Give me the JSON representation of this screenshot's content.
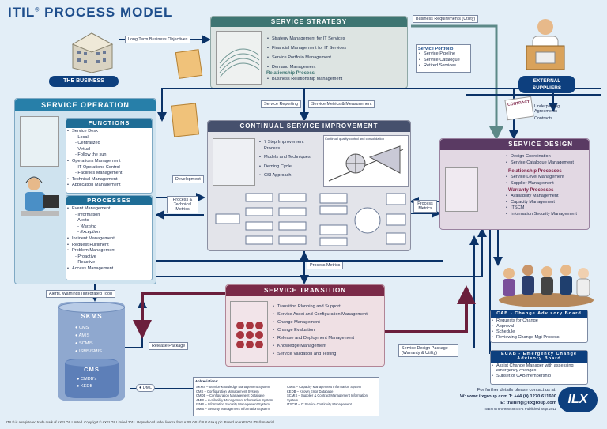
{
  "title": "ITIL",
  "title_mark": "®",
  "title_rest": " PROCESS MODEL",
  "colors": {
    "strategy": "#3e7572",
    "operation": "#277fa9",
    "csi": "#46506d",
    "design": "#5a3a63",
    "transition": "#7a2a48",
    "navy": "#0d3f7e",
    "arrow": "#0a3267"
  },
  "the_business": "THE BUSINESS",
  "external_suppliers": "EXTERNAL SUPPLIERS",
  "flows": {
    "long_term": "Long Term Business Objectives",
    "business_requirements": "Business Requirements (Utility)",
    "service_reporting": "Service Reporting",
    "service_metrics": "Service Metrics & Measurement",
    "development": "Development",
    "process_technical_metrics": "Process & Technical Metrics",
    "process_metrics_right": "Process Metrics",
    "process_metrics_mid": "Process Metrics",
    "alerts": "Alerts, Warnings (Integrated Tool)",
    "release_package": "Release Package",
    "service_design_package": "Service Design Package (Warranty & Utility)",
    "dml": "DML"
  },
  "strategy": {
    "header": "SERVICE STRATEGY",
    "items": [
      "Strategy Management for IT Services",
      "Financial Management for IT Services",
      "Service Portfolio Management",
      "Demand Management"
    ],
    "sub_header": "Relationship Process",
    "sub_items": [
      "Business Relationship Management"
    ]
  },
  "portfolio": {
    "title": "Service Portfolio",
    "items": [
      "Service Pipeline",
      "Service Catalogue",
      "Retired Services"
    ]
  },
  "suppliers": {
    "contract": "CONTRACT",
    "items": [
      "Underpinning Agreements",
      "Contracts"
    ]
  },
  "operation": {
    "header": "SERVICE OPERATION",
    "functions_header": "FUNCTIONS",
    "functions": [
      {
        "t": "Service Desk",
        "k": "d"
      },
      {
        "t": "- Local",
        "k": "s"
      },
      {
        "t": "- Centralized",
        "k": "s"
      },
      {
        "t": "- Virtual",
        "k": "s"
      },
      {
        "t": "- Follow the sun",
        "k": "s"
      },
      {
        "t": "Operations Management",
        "k": "d"
      },
      {
        "t": "- IT Operations Control",
        "k": "s"
      },
      {
        "t": "- Facilities Management",
        "k": "s"
      },
      {
        "t": "Technical Management",
        "k": "d"
      },
      {
        "t": "Application Management",
        "k": "d"
      }
    ],
    "processes_header": "PROCESSES",
    "processes": [
      {
        "t": "Event Management",
        "k": "d"
      },
      {
        "t": "- Information",
        "k": "s"
      },
      {
        "t": "- Alerts",
        "k": "s"
      },
      {
        "t": "- Warning",
        "k": "i"
      },
      {
        "t": "- Exception",
        "k": "i"
      },
      {
        "t": "Incident Management",
        "k": "d"
      },
      {
        "t": "Request Fulfilment",
        "k": "d"
      },
      {
        "t": "Problem Management",
        "k": "d"
      },
      {
        "t": "- Proactive",
        "k": "s"
      },
      {
        "t": "- Reactive",
        "k": "s"
      },
      {
        "t": "Access Management",
        "k": "d"
      }
    ]
  },
  "csi": {
    "header": "CONTINUAL SERVICE IMPROVEMENT",
    "items": [
      "7 Step Improvement Process",
      "Models and Techniques",
      "Deming Cycle",
      "CSI Approach"
    ],
    "chart_title": "Continual quality control and consolidation"
  },
  "design": {
    "header": "SERVICE DESIGN",
    "items": [
      "Design Coordination",
      "Service Catalogue Management"
    ],
    "rel_header": "Relationship Processes",
    "rel_items": [
      "Service Level Management",
      "Supplier Management"
    ],
    "war_header": "Warranty Processes",
    "war_items": [
      "Availability Management",
      "Capacity Management",
      "ITSCM",
      "Information Security Management"
    ]
  },
  "transition": {
    "header": "SERVICE TRANSITION",
    "items": [
      "Transition Planning and Support",
      "Service Asset and Configuration Management",
      "Change Management",
      "Change Evaluation",
      "Release and Deployment Management",
      "Knowledge Management",
      "Service Validation and Testing"
    ]
  },
  "skms": {
    "title": "SKMS",
    "items": [
      "CMS",
      "AMIS",
      "SCMIS",
      "ISMS/SMIS"
    ]
  },
  "cms": {
    "title": "CMS",
    "items": [
      "CMDB's",
      "KEDB"
    ]
  },
  "cab": {
    "header": "CAB - Change Advisory Board",
    "items": [
      "Requests for Change",
      "Approval",
      "Schedule",
      "Reviewing Change Mgt Process"
    ]
  },
  "ecab": {
    "header": "ECAB - Emergency Change Advisory Board",
    "items": [
      "Assist Change Manager with assessing emergency changes",
      "Subset of CAB membership"
    ]
  },
  "abbrev": {
    "title": "Abbreviations:",
    "left": [
      "SKMS – Service Knowledge Management System",
      "CMS – Configuration Management System",
      "CMDB – Configuration Management Database",
      "AMIS – Availability Management Information System",
      "ISMS – Information Security Management System",
      "SMIS – Security Management Information System"
    ],
    "right": [
      "CMIS – Capacity Management Information System",
      "KEDB – Known Error Database",
      "SCMIS – Supplier & Contract Management Information System",
      "ITSCM – IT Service Continuity Management"
    ]
  },
  "contact": {
    "line1": "For further details please contact us at:",
    "line2": "W: www.ilxgroup.com  T: +44 (0) 1270 611600",
    "line3": "E: training@ilxgroup.com",
    "isbn": "ISBN 978-0-9564884-4-4  Published Sept 2011"
  },
  "logo": "ILX",
  "footer": "ITIL® is a registered trade mark of AXELOS Limited. Copyright © AXELOS Limited 2011. Reproduced under licence from AXELOS. © ILX Group plc. Based on AXELOS ITIL® material."
}
